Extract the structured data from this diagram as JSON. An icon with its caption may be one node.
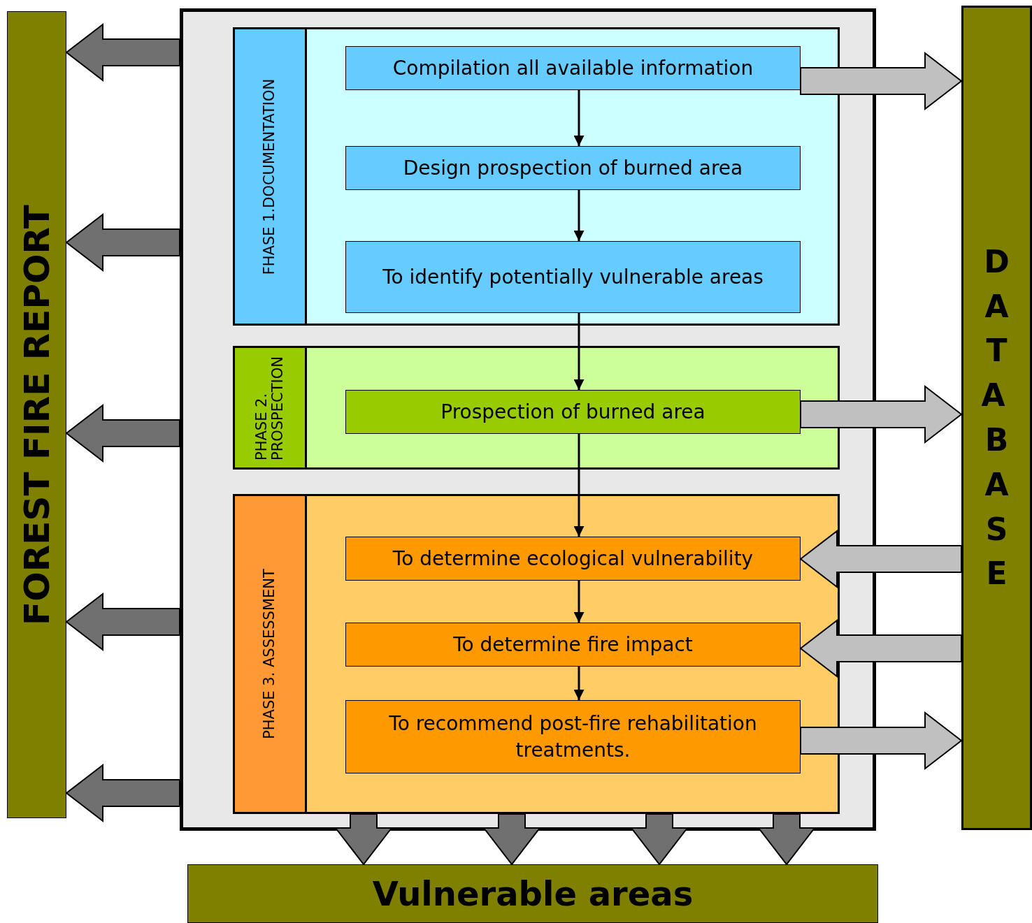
{
  "diagram": {
    "nodes": [
      {
        "text": [
          "FOREST FIRE REPORT"
        ]
      },
      {
        "text": [],
        "shape": "box"
      },
      {
        "text": [
          "FHASE 1.DOCUMENTATION"
        ],
        "in": 1
      },
      {
        "text": [
          "Compilation all available information"
        ],
        "in": 2
      },
      {
        "text": [
          "Design prospection of burned area"
        ],
        "in": 2
      },
      {
        "text": [
          "To identify potentially vulnerable areas"
        ],
        "in": 2
      },
      {
        "text": [
          "PHASE 2. PROSPECTION"
        ],
        "in": 1
      },
      {
        "text": [
          "Prospection of burned area"
        ],
        "in": 6
      },
      {
        "text": [
          "PHASE 3. ASSESSMENT"
        ],
        "in": 1
      },
      {
        "text": [
          "To determine ecological vulnerability"
        ],
        "in": 8
      },
      {
        "text": [
          "To determine fire impact"
        ],
        "in": 8
      },
      {
        "text": [
          "To recommend post-fire rehabilitation treatments."
        ],
        "in": 8
      },
      {
        "text": [
          "DATA BASE"
        ]
      },
      {
        "text": [
          "Vulnerable areas"
        ]
      }
    ],
    "edges": [
      {
        "from": 3,
        "to": 4,
        "arrow": "to"
      },
      {
        "from": 4,
        "to": 5,
        "arrow": "to"
      },
      {
        "from": 5,
        "to": 7,
        "arrow": "to"
      },
      {
        "from": 7,
        "to": 9,
        "arrow": "to"
      },
      {
        "from": 9,
        "to": 10,
        "arrow": "to"
      },
      {
        "from": 10,
        "to": 11,
        "arrow": "to"
      },
      {
        "from": 1,
        "to": 0,
        "arrow": "to",
        "style": "thick",
        "color": "#707070"
      },
      {
        "from": 1,
        "to": 0,
        "arrow": "to",
        "style": "thick",
        "color": "#707070"
      },
      {
        "from": 1,
        "to": 0,
        "arrow": "to",
        "style": "thick",
        "color": "#707070"
      },
      {
        "from": 1,
        "to": 0,
        "arrow": "to",
        "style": "thick",
        "color": "#707070"
      },
      {
        "from": 1,
        "to": 0,
        "arrow": "to",
        "style": "thick",
        "color": "#707070"
      },
      {
        "from": 3,
        "to": 12,
        "arrow": "to",
        "style": "thick",
        "color": "#c0c0c0"
      },
      {
        "from": 7,
        "to": 12,
        "arrow": "to",
        "style": "thick",
        "color": "#c0c0c0"
      },
      {
        "from": 12,
        "to": 9,
        "arrow": "to",
        "style": "thick",
        "color": "#c0c0c0"
      },
      {
        "from": 12,
        "to": 10,
        "arrow": "to",
        "style": "thick",
        "color": "#c0c0c0"
      },
      {
        "from": 11,
        "to": 12,
        "arrow": "to",
        "style": "thick",
        "color": "#c0c0c0"
      },
      {
        "from": 8,
        "to": 13,
        "arrow": "to",
        "style": "thick",
        "color": "#707070"
      },
      {
        "from": 8,
        "to": 13,
        "arrow": "to",
        "style": "thick",
        "color": "#707070"
      },
      {
        "from": 8,
        "to": 13,
        "arrow": "to",
        "style": "thick",
        "color": "#707070"
      },
      {
        "from": 8,
        "to": 13,
        "arrow": "to",
        "style": "thick",
        "color": "#707070"
      }
    ]
  }
}
